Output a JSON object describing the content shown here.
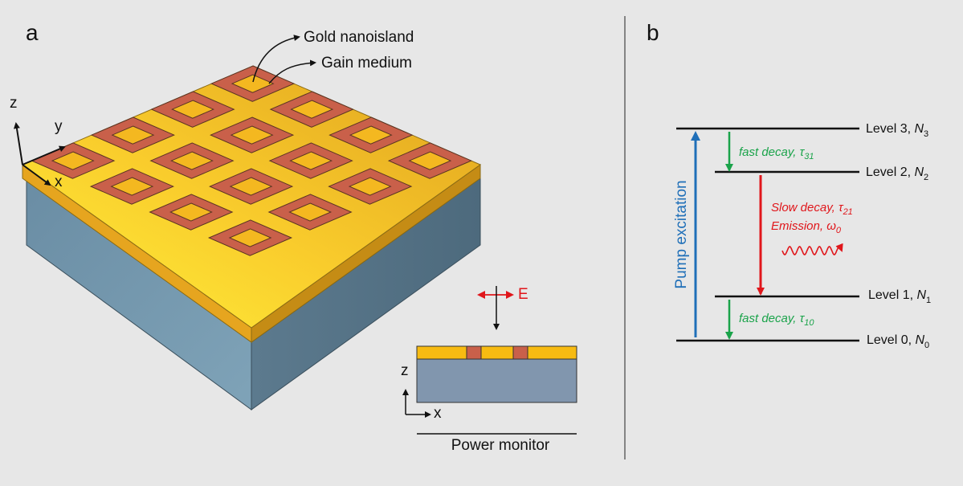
{
  "panel_a": {
    "letter": "a",
    "annotations": {
      "gold": "Gold nanoisland",
      "gain": "Gain medium"
    },
    "axes3d": {
      "z": "z",
      "y": "y",
      "x": "x"
    },
    "inset": {
      "field": "E",
      "z": "z",
      "x": "x",
      "monitor": "Power monitor"
    }
  },
  "panel_b": {
    "letter": "b",
    "pump_label": "Pump excitation",
    "levels": [
      {
        "name": "Level 3, ",
        "symbol": "N",
        "sub": "3"
      },
      {
        "name": "Level 2, ",
        "symbol": "N",
        "sub": "2"
      },
      {
        "name": "Level 1, ",
        "symbol": "N",
        "sub": "1"
      },
      {
        "name": "Level 0, ",
        "symbol": "N",
        "sub": "0"
      }
    ],
    "transitions": {
      "fast_top": {
        "text": "fast decay, ",
        "symbol": "τ",
        "sub": "31"
      },
      "slow": {
        "text": "Slow decay, ",
        "symbol": "τ",
        "sub": "21"
      },
      "emission": {
        "text": "Emission, ",
        "symbol": "ω",
        "sub": "0"
      },
      "fast_bottom": {
        "text": "fast decay, ",
        "symbol": "τ",
        "sub": "10"
      }
    }
  },
  "colors": {
    "gold": "#f4b820",
    "gain": "#c9604a",
    "substrate": "#6f8fa3",
    "pump": "#1f6fb8",
    "fast": "#1aa34a",
    "slow": "#e0161b"
  }
}
